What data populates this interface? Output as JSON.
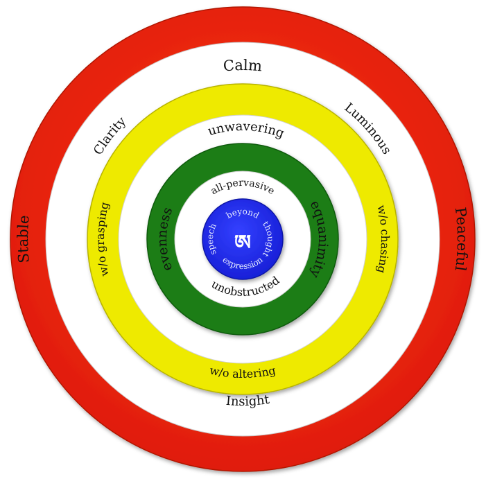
{
  "colors": {
    "outer_ring": "#e8200c",
    "outer_ring_edge": "#b01606",
    "white_ring": "#ffffff",
    "yellow_ring": "#eeea04",
    "yellow_ring_edge": "#b7b300",
    "green_ring": "#1e7d14",
    "green_ring_edge": "#0f5a0b",
    "center": "#1f2cea",
    "center_edge": "#1018a6",
    "label_text": "#111111",
    "center_text": "#e6ecff"
  },
  "rings": {
    "red": {
      "top": "Calm",
      "left": "Stable",
      "right": "Peaceful"
    },
    "white": {
      "top_left": "Clarity",
      "top_right": "Luminous",
      "bottom": "Insight"
    },
    "yellow": {
      "top": "unwavering",
      "left": "w/o grasping",
      "right": "w/o chasing",
      "bottom": "w/o altering"
    },
    "green": {
      "left": "evenness",
      "right": "equanimity"
    },
    "inner_white": {
      "top": "all-pervasive",
      "bottom": "unobstructed"
    },
    "center": {
      "syllable": "ཨ",
      "top": "beyond",
      "right": "thought",
      "bottom": "expression",
      "left": "speech"
    }
  }
}
